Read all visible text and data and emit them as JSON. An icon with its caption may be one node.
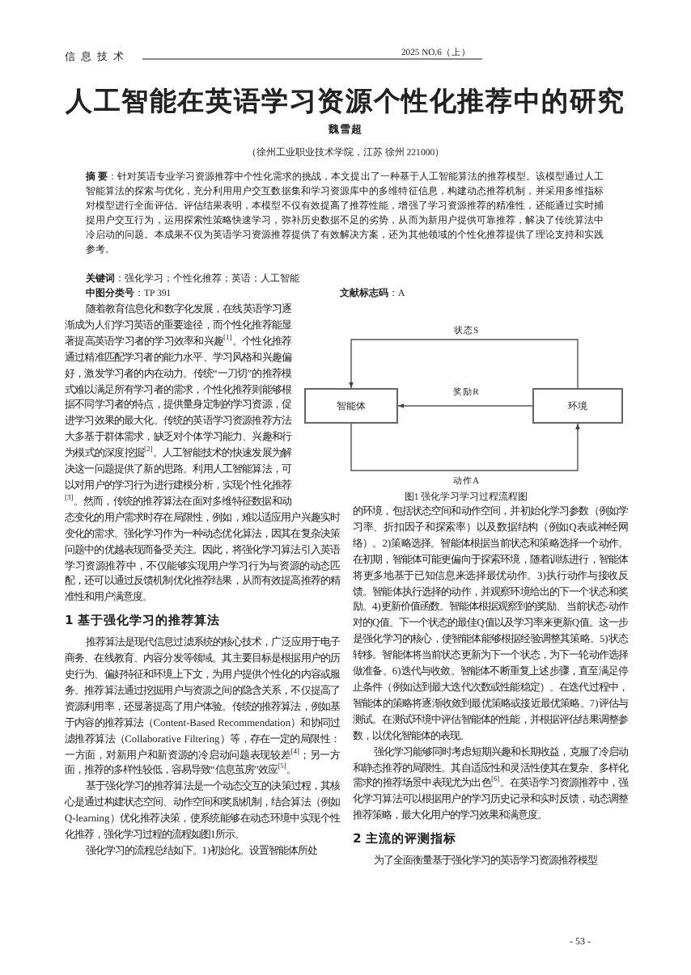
{
  "diagram": {
    "title": "人工智能在英语学习资源个性化推荐中的研究",
    "caption": "图1 强化学习学习过程流程图",
    "nodes": [
      {
        "text": [
          "智能体"
        ]
      },
      {
        "text": [
          "环境"
        ]
      }
    ],
    "edges": [
      {
        "from": 1,
        "to": 0,
        "arrow": "to",
        "label": "状态S"
      },
      {
        "from": 1,
        "to": 0,
        "arrow": "to",
        "label": "奖励R"
      },
      {
        "from": 0,
        "to": 1,
        "arrow": "to",
        "label": "动作A"
      }
    ],
    "labels": [
      "信息技术",
      "2025 NO.6（上）",
      "魏雪超",
      "（徐州工业职业技术学院，江苏 徐州 221000）",
      "**摘 要**：针对英语专业学习资源推荐中个性化需求的挑战，本文提出了一种基于人工智能算法的推荐模型。该模型通过人工智能算法的探索与优化，充分利用用户交互数据集和学习资源库中的多维特征信息，构建动态推荐机制，并采用多维指标对模型进行全面评估。评估结果表明，本模型不仅有效提高了推荐性能，增强了学习资源推荐的精准性，还能通过实时捕捉用户交互行为，运用探索性策略快速学习，弥补历史数据不足的劣势，从而为新用户提供可靠推荐，解决了传统算法中冷启动的问题。本成果不仅为英语学习资源推荐提供了有效解决方案，还为其他领域的个性化推荐提供了理论支持和实践参考。",
      "**关键词**：强化学习；个性化推荐；英语；人工智能",
      "**中图分类号**：TP 391",
      "**文献标志码**：A",
      "随着教育信息化和数字化发展，在线英语学习逐渐成为人们学习英语的重要途径，而个性化推荐能显著提高英语学习者的学习效率和兴趣$^{[1]}$。个性化推荐通过精准匹配学习者的能力水平、学习风格和兴趣偏好，激发学习者的内在动力。传统“一刀切”的推荐模式难以满足所有学习者的需求，个性化推荐则能够根据不同学习者的特点，提供量身定制的学习资源，促进学习效果的最大化。传统的英语学习资源推荐方法大多基于群体需求，缺乏对个体学习能力、兴趣和行为模式的深度挖掘$^{[2]}$。人工智能技术的快速发展为解决这一问题提供了新的思路。利用人工智能算法，可以对用户的学习行为进行建模分析，实现个性化推荐$^{[3]}$。然而，传统的推荐算法在面对多维特征数据和动态变化的用户需求时存在局限性，例如，难以适应用户兴趣实时变化的需求。强化学习作为一种动态优化算法，因其在复杂决策问题中的优越表现而备受关注。因此，将强化学习算法引入英语学习资源推荐中，不仅能够实现用户学习行为与资源的动态匹配，还可以通过反馈机制优化推荐结果，从而有效提高推荐的精准性和用户满意度。",
      "1 基于强化学习的推荐算法",
      "推荐算法是现代信息过滤系统的核心技术，广泛应用于电子商务、在线教育、内容分发等领域。其主要目标是根据用户的历史行为、偏好特征和环境上下文，为用户提供个性化的内容或服务。推荐算法通过挖掘用户与资源之间的隐含关系，不仅提高了资源利用率，还显著提高了用户体验。传统的推荐算法，例如基于内容的推荐算法（Content-Based Recommendation）和协同过滤推荐算法（Collaborative Filtering）等，存在一定的局限性：一方面，对新用户和新资源的冷启动问题表现较差$^{[4]}$；另一方面，推荐的多样性较低，容易导致“信息茧房”效应$^{[5]}$。",
      "基于强化学习的推荐算法是一个动态交互的决策过程，其核心是通过构建状态空间、动作空间和奖励机制，结合算法（例如Q-learning）优化推荐决策，使系统能够在动态环境中实现个性化推荐，强化学习过程的流程如图1所示。",
      "强化学习的流程总结如下。1)初始化。设置智能体所处",
      "的环境，包括状态空间和动作空间，并初始化学习参数（例如学习率、折扣因子和探索率）以及数据结构（例如Q表或神经网络）。2)策略选择。智能体根据当前状态和策略选择一个动作。在初期，智能体可能更偏向于探索环境，随着训练进行，智能体将更多地基于已知信息来选择最优动作。3)执行动作与接收反馈。智能体执行选择的动作，并观察环境给出的下一个状态和奖励。4)更新价值函数。智能体根据观察到的奖励、当前状态-动作对的Q值、下一个状态的最佳Q值以及学习率来更新Q值。这一步是强化学习的核心，使智能体能够根据经验调整其策略。5)状态转移。智能体将当前状态更新为下一个状态，为下一轮动作选择做准备。6)迭代与收敛。智能体不断重复上述步骤，直至满足停止条件（例如达到最大迭代次数或性能稳定）。在迭代过程中，智能体的策略将逐渐收敛到最优策略或接近最优策略。7)评估与测试。在测试环境中评估智能体的性能，并根据评估结果调整参数，以优化智能体的表现。",
      "强化学习能够同时考虑短期兴趣和长期收益，克服了冷启动和静态推荐的局限性。其自适应性和灵活性使其在复杂、多样化需求的推荐场景中表现尤为出色$^{[6]}$。在英语学习资源推荐中，强化学习算法可以根据用户的学习历史记录和实时反馈，动态调整推荐策略，最大化用户的学习效果和满意度。",
      "2 主流的评测指标",
      "为了全面衡量基于强化学习的英语学习资源推荐模型",
      "- 53 -"
    ]
  }
}
